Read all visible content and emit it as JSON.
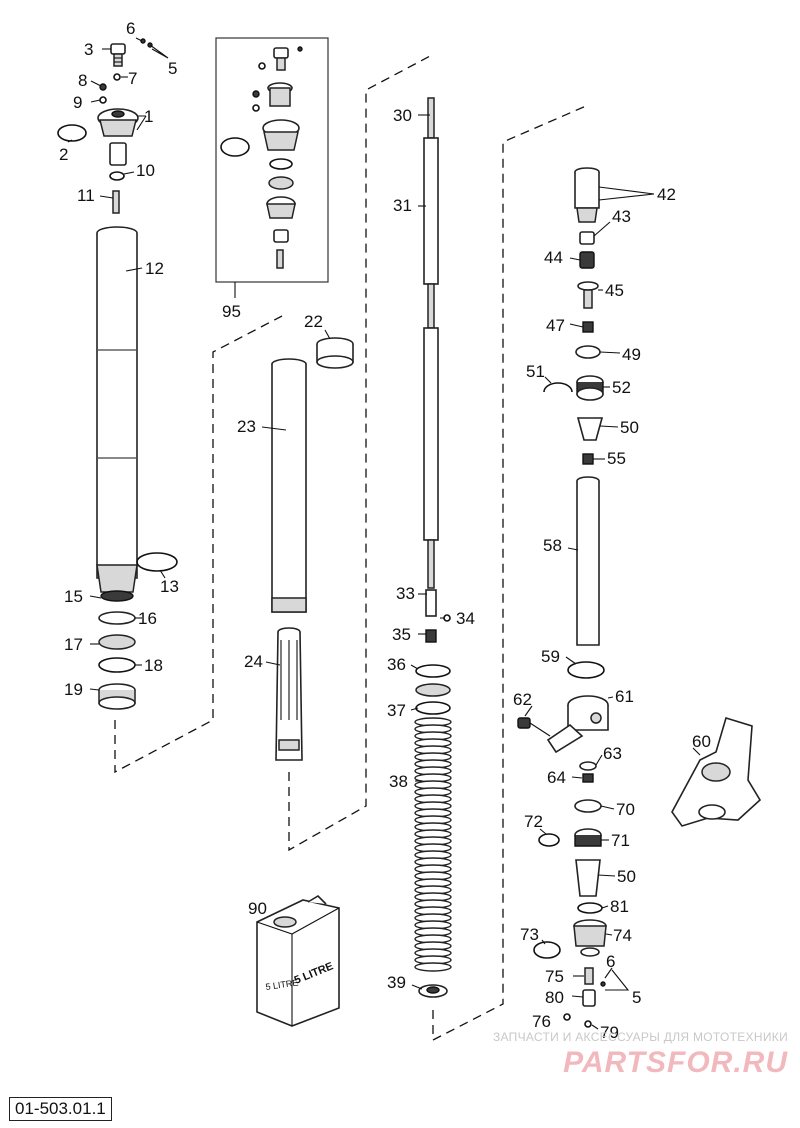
{
  "diagram": {
    "catalog_code": "01-503.01.1",
    "callouts": [
      {
        "id": "c1",
        "text": "1"
      },
      {
        "id": "c2",
        "text": "2"
      },
      {
        "id": "c3",
        "text": "3"
      },
      {
        "id": "c5a",
        "text": "5"
      },
      {
        "id": "c6a",
        "text": "6"
      },
      {
        "id": "c7",
        "text": "7"
      },
      {
        "id": "c8",
        "text": "8"
      },
      {
        "id": "c9",
        "text": "9"
      },
      {
        "id": "c10",
        "text": "10"
      },
      {
        "id": "c11",
        "text": "11"
      },
      {
        "id": "c12",
        "text": "12"
      },
      {
        "id": "c13",
        "text": "13"
      },
      {
        "id": "c15",
        "text": "15"
      },
      {
        "id": "c16",
        "text": "16"
      },
      {
        "id": "c17",
        "text": "17"
      },
      {
        "id": "c18",
        "text": "18"
      },
      {
        "id": "c19",
        "text": "19"
      },
      {
        "id": "c95",
        "text": "95"
      },
      {
        "id": "c22",
        "text": "22"
      },
      {
        "id": "c23",
        "text": "23"
      },
      {
        "id": "c24",
        "text": "24"
      },
      {
        "id": "c30",
        "text": "30"
      },
      {
        "id": "c31",
        "text": "31"
      },
      {
        "id": "c33",
        "text": "33"
      },
      {
        "id": "c34",
        "text": "34"
      },
      {
        "id": "c35",
        "text": "35"
      },
      {
        "id": "c36",
        "text": "36"
      },
      {
        "id": "c37",
        "text": "37"
      },
      {
        "id": "c38",
        "text": "38"
      },
      {
        "id": "c39",
        "text": "39"
      },
      {
        "id": "c90",
        "text": "90"
      },
      {
        "id": "c42",
        "text": "42"
      },
      {
        "id": "c43",
        "text": "43"
      },
      {
        "id": "c44",
        "text": "44"
      },
      {
        "id": "c45",
        "text": "45"
      },
      {
        "id": "c47",
        "text": "47"
      },
      {
        "id": "c49",
        "text": "49"
      },
      {
        "id": "c51",
        "text": "51"
      },
      {
        "id": "c52",
        "text": "52"
      },
      {
        "id": "c50a",
        "text": "50"
      },
      {
        "id": "c55",
        "text": "55"
      },
      {
        "id": "c58",
        "text": "58"
      },
      {
        "id": "c59",
        "text": "59"
      },
      {
        "id": "c62",
        "text": "62"
      },
      {
        "id": "c61",
        "text": "61"
      },
      {
        "id": "c60",
        "text": "60"
      },
      {
        "id": "c63",
        "text": "63"
      },
      {
        "id": "c64",
        "text": "64"
      },
      {
        "id": "c70",
        "text": "70"
      },
      {
        "id": "c72",
        "text": "72"
      },
      {
        "id": "c71",
        "text": "71"
      },
      {
        "id": "c50b",
        "text": "50"
      },
      {
        "id": "c81",
        "text": "81"
      },
      {
        "id": "c73",
        "text": "73"
      },
      {
        "id": "c74",
        "text": "74"
      },
      {
        "id": "c75",
        "text": "75"
      },
      {
        "id": "c6b",
        "text": "6"
      },
      {
        "id": "c80",
        "text": "80"
      },
      {
        "id": "c5b",
        "text": "5"
      },
      {
        "id": "c76",
        "text": "76"
      },
      {
        "id": "c79",
        "text": "79"
      }
    ],
    "can_label": "5 LITRE",
    "can_label_small": "5 LITRE"
  },
  "watermark": {
    "tagline": "ЗАПЧАСТИ И АКСЕССУАРЫ ДЛЯ МОТОТЕХНИКИ",
    "logo": "PARTSFOR.RU",
    "color": "#f1b9bd"
  }
}
